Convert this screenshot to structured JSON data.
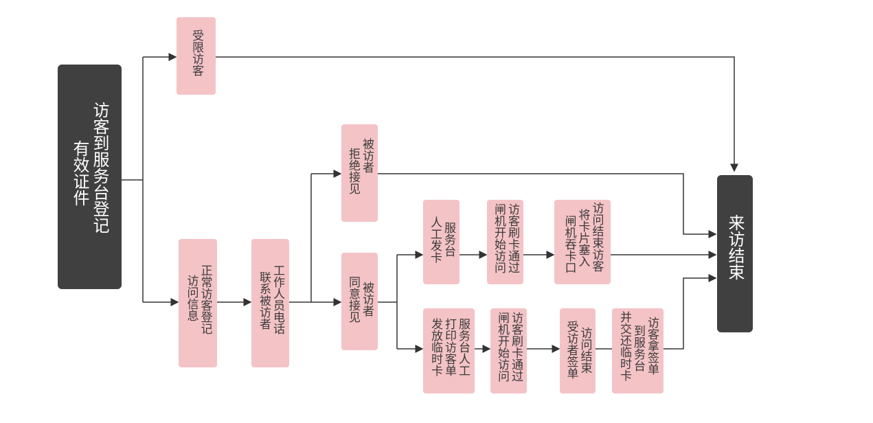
{
  "start": {
    "cols": [
      "访客到服务台登记",
      "有效证件"
    ]
  },
  "restricted": {
    "cols": [
      "受限访客"
    ]
  },
  "normal": {
    "cols": [
      "正常访客登记",
      "访问信息"
    ]
  },
  "staff_call": {
    "cols": [
      "工作人员电话",
      "联系被访者"
    ]
  },
  "refuse": {
    "cols": [
      "被访者",
      "拒绝接见"
    ]
  },
  "agree": {
    "cols": [
      "被访者",
      "同意接见"
    ]
  },
  "manual_card": {
    "cols": [
      "服务台",
      "人工发卡"
    ]
  },
  "swipe_1": {
    "cols": [
      "访客刷卡通过",
      "闸机开始访问"
    ]
  },
  "insert_card": {
    "cols": [
      "访问结束访客",
      "将卡片塞入",
      "闸机吞卡口"
    ]
  },
  "print_slip": {
    "cols": [
      "服务台人工",
      "打印访客单",
      "发放临时卡"
    ]
  },
  "swipe_2": {
    "cols": [
      "访客刷卡通过",
      "闸机开始访问"
    ]
  },
  "sign_slip": {
    "cols": [
      "访问结束",
      "受访者签单"
    ]
  },
  "return_card": {
    "cols": [
      "访客拿签单",
      "到服务台",
      "并交还临时卡"
    ]
  },
  "end": {
    "cols": [
      "来访结束"
    ]
  },
  "colors": {
    "box": "#f4c3c6",
    "dark": "#404040",
    "line": "#333333"
  }
}
